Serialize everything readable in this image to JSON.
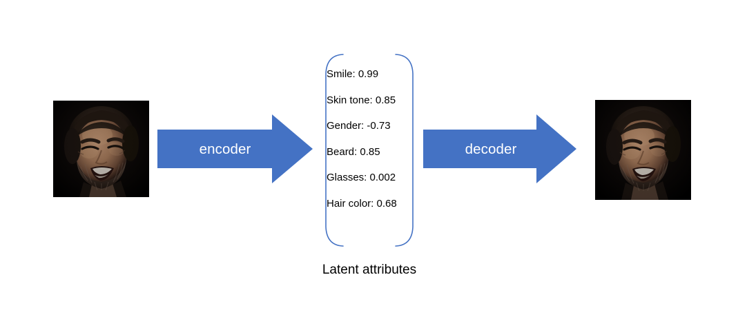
{
  "diagram": {
    "title": "Autoencoder latent attributes diagram",
    "accent_color": "#4472C4",
    "bracket_color": "#4472C4",
    "text_color": "#000000",
    "arrow_label_color": "#FFFFFF",
    "background": "#FFFFFF"
  },
  "input_image": {
    "alt": "Photograph of a smiling bearded man on a dark background",
    "name": "input-face-photo"
  },
  "output_image": {
    "alt": "Reconstructed photograph of a smiling bearded man on a dark background",
    "name": "output-face-photo"
  },
  "arrows": {
    "encoder": {
      "label": "encoder",
      "direction": "right"
    },
    "decoder": {
      "label": "decoder",
      "direction": "right"
    }
  },
  "latent": {
    "caption": "Latent attributes",
    "attributes": [
      {
        "name": "Smile",
        "value": "0.99",
        "text": "Smile: 0.99"
      },
      {
        "name": "Skin tone",
        "value": "0.85",
        "text": "Skin tone: 0.85"
      },
      {
        "name": "Gender",
        "value": "-0.73",
        "text": "Gender: -0.73"
      },
      {
        "name": "Beard",
        "value": "0.85",
        "text": "Beard: 0.85"
      },
      {
        "name": "Glasses",
        "value": "0.002",
        "text": "Glasses: 0.002"
      },
      {
        "name": "Hair color",
        "value": "0.68",
        "text": "Hair color: 0.68"
      }
    ]
  }
}
